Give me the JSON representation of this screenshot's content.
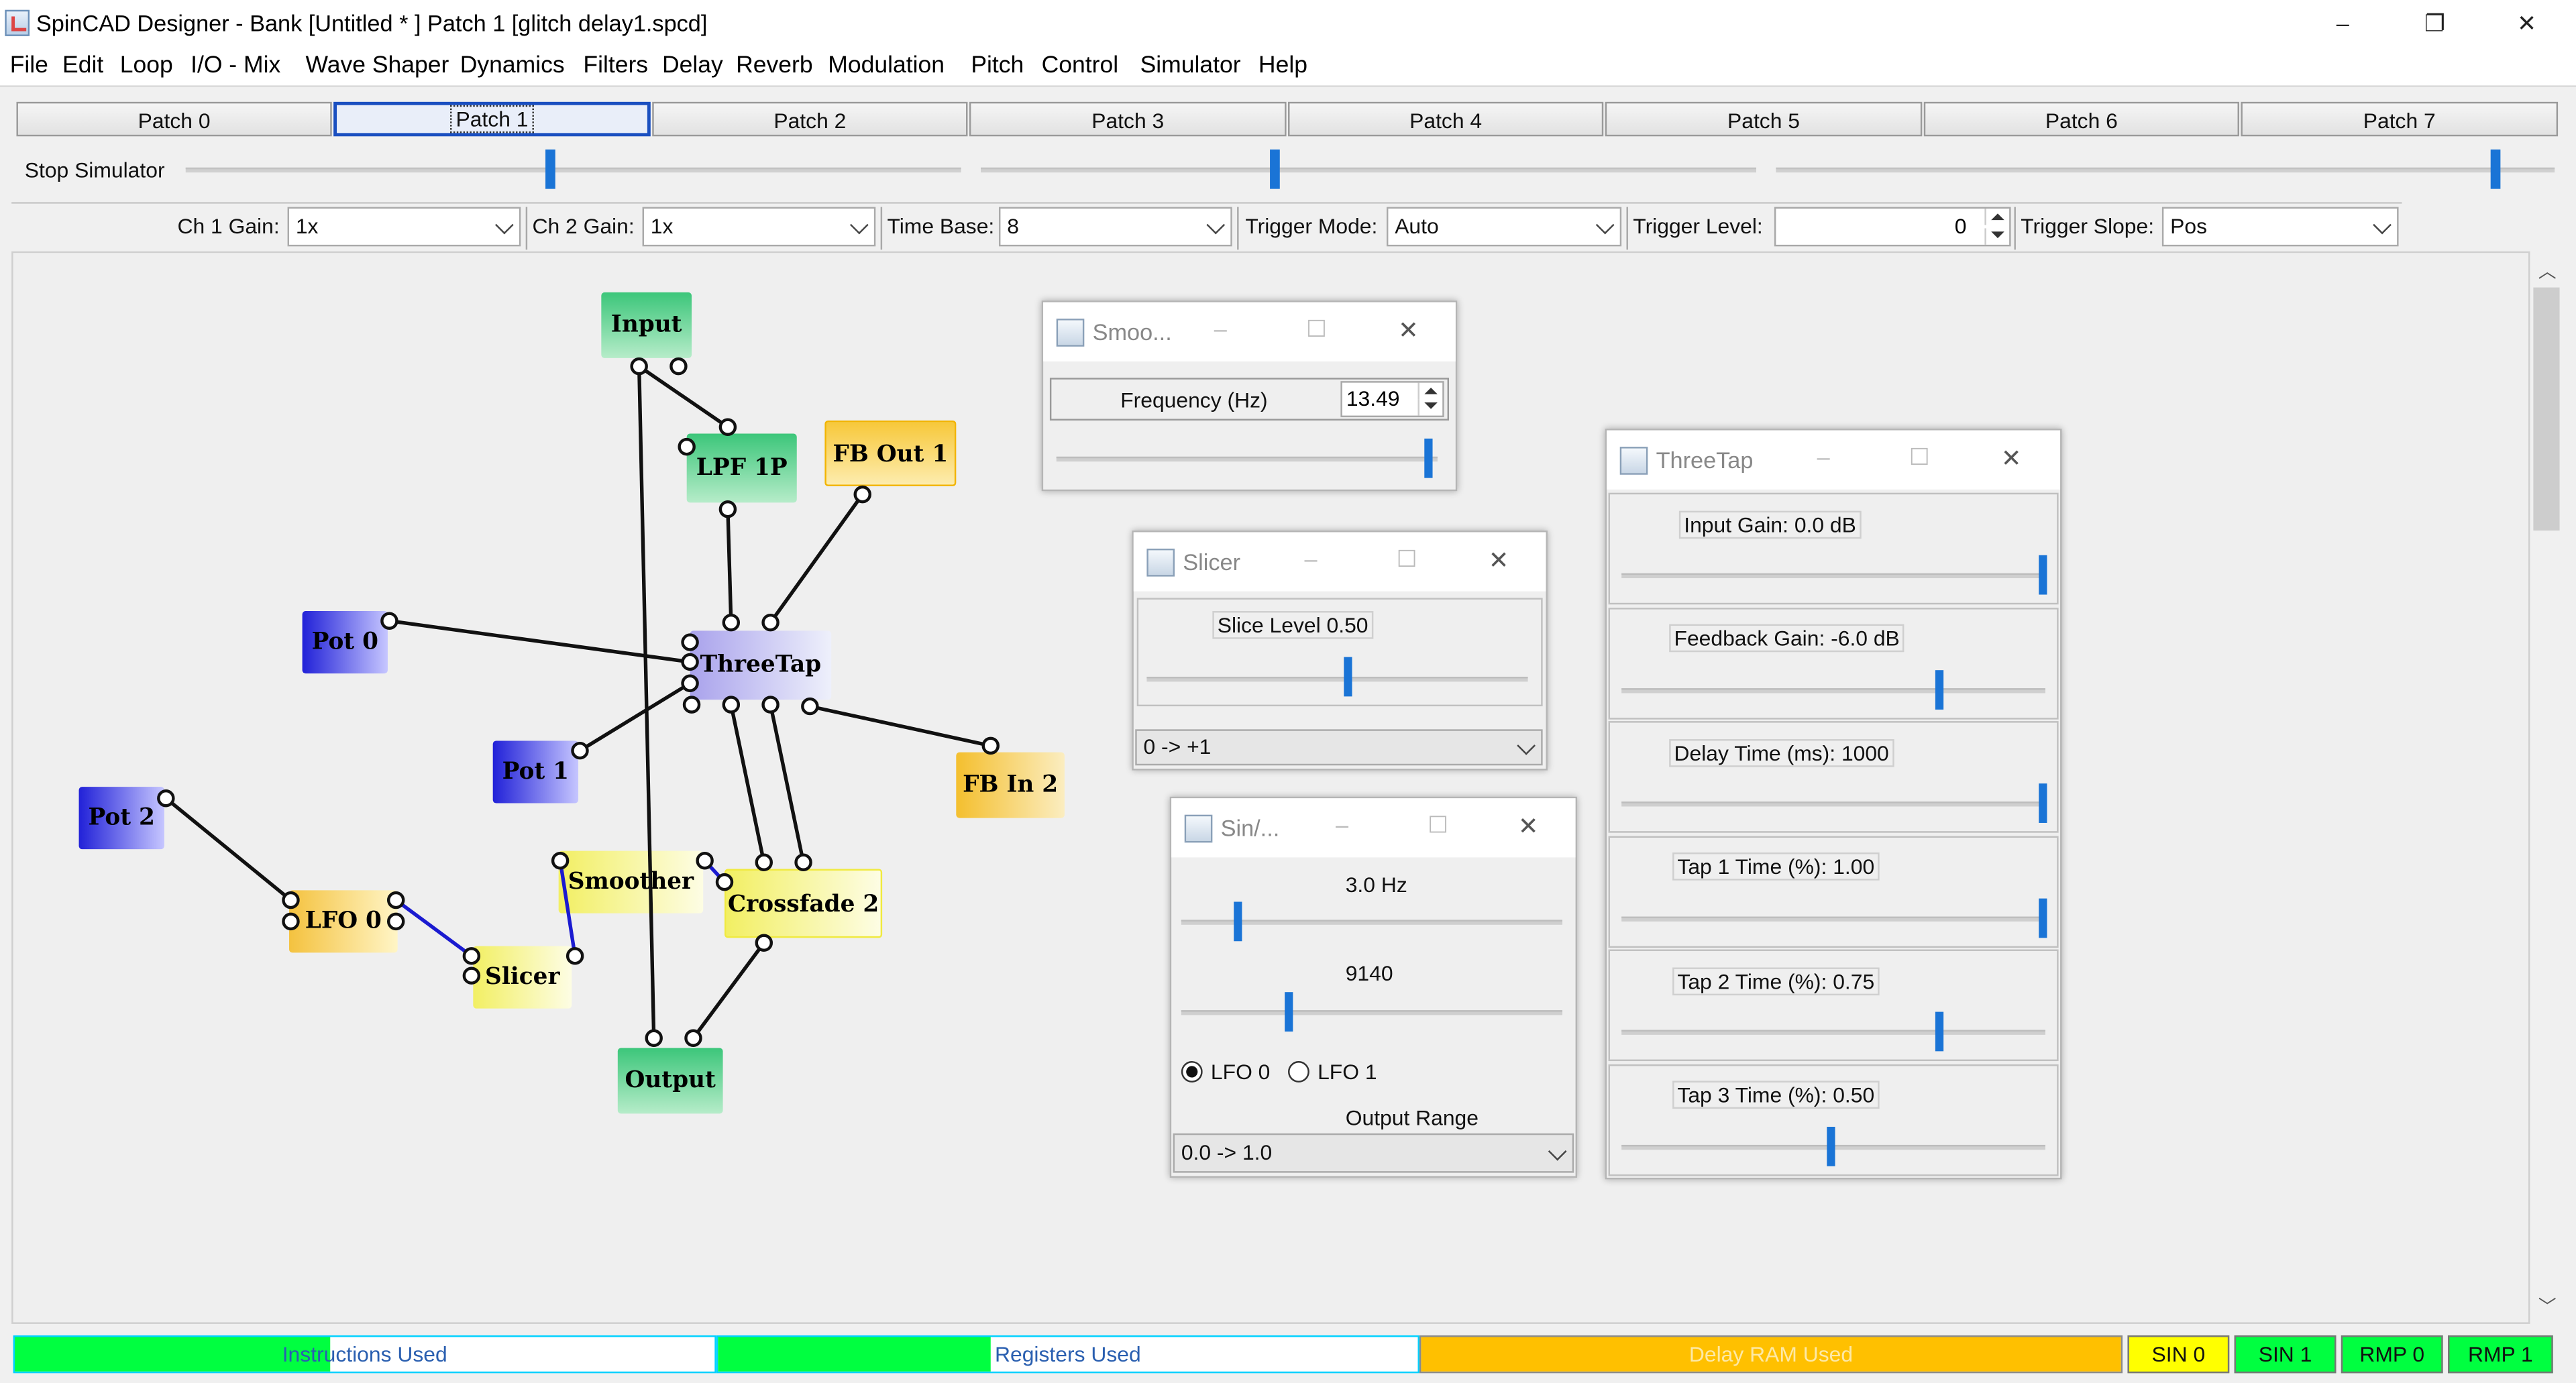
{
  "window": {
    "title": "SpinCAD Designer - Bank [Untitled * ] Patch 1 [glitch delay1.spcd]",
    "minimize": "–",
    "restore": "❐",
    "close": "✕"
  },
  "menu": [
    "File",
    "Edit",
    "Loop",
    "I/O - Mix",
    "Wave Shaper",
    "Dynamics",
    "Filters",
    "Delay",
    "Reverb",
    "Modulation",
    "Pitch",
    "Control",
    "Simulator",
    "Help"
  ],
  "tabs": [
    "Patch 0",
    "Patch 1",
    "Patch 2",
    "Patch 3",
    "Patch 4",
    "Patch 5",
    "Patch 6",
    "Patch 7"
  ],
  "selected_tab": "Patch 1",
  "simulator": {
    "stop_label": "Stop Simulator"
  },
  "scope": {
    "ch1_label": "Ch 1 Gain:",
    "ch1_value": "1x",
    "ch2_label": "Ch 2 Gain:",
    "ch2_value": "1x",
    "timebase_label": "Time Base:",
    "timebase_value": "8",
    "trigger_mode_label": "Trigger Mode:",
    "trigger_mode_value": "Auto",
    "trigger_level_label": "Trigger Level:",
    "trigger_level_value": "0",
    "trigger_slope_label": "Trigger Slope:",
    "trigger_slope_value": "Pos"
  },
  "blocks": {
    "input": "Input",
    "lpf": "LPF 1P",
    "fbout1": "FB Out 1",
    "pot0": "Pot 0",
    "threetap": "ThreeTap",
    "pot1": "Pot 1",
    "fbin2": "FB In 2",
    "pot2": "Pot 2",
    "smoother": "Smoother",
    "crossfade": "Crossfade 2",
    "lfo0": "LFO 0",
    "slicer": "Slicer",
    "output": "Output"
  },
  "smoother_panel": {
    "title": "Smoo...",
    "freq_label": "Frequency (Hz)",
    "freq_value": "13.49"
  },
  "slicer_panel": {
    "title": "Slicer",
    "level_label": "Slice Level 0.50",
    "range_value": "0 -> +1"
  },
  "sin_panel": {
    "title": "Sin/...",
    "rate_label": "3.0 Hz",
    "width_label": "9140",
    "lfo0_label": "LFO 0",
    "lfo1_label": "LFO 1",
    "lfo_selected": "LFO 0",
    "range_label": "Output Range",
    "range_value": "0.0 -> 1.0"
  },
  "threetap_panel": {
    "title": "ThreeTap",
    "params": [
      {
        "label": "Input Gain:  0.0 dB",
        "level": 1.0
      },
      {
        "label": "Feedback Gain:  -6.0 dB",
        "level": 0.75
      },
      {
        "label": "Delay Time (ms):  1000",
        "level": 1.0
      },
      {
        "label": "Tap 1 Time (%):  1.00",
        "level": 1.0
      },
      {
        "label": "Tap 2 Time (%):  0.75",
        "level": 0.75
      },
      {
        "label": "Tap 3 Time (%):  0.50",
        "level": 0.5
      }
    ]
  },
  "status": {
    "instructions_label": "Instructions Used",
    "registers_label": "Registers Used",
    "delay_label": "Delay RAM Used",
    "instructions_fraction": 0.45,
    "registers_fraction": 0.39,
    "delay_fraction": 1.0,
    "chips": [
      "SIN 0",
      "SIN 1",
      "RMP 0",
      "RMP 1"
    ]
  },
  "colors": {
    "accent": "#1a74d6",
    "green_bar": "#00ff40",
    "orange_bar": "#ffc000",
    "sin0_chip": "#ffff00",
    "other_chip": "#00ff40"
  }
}
